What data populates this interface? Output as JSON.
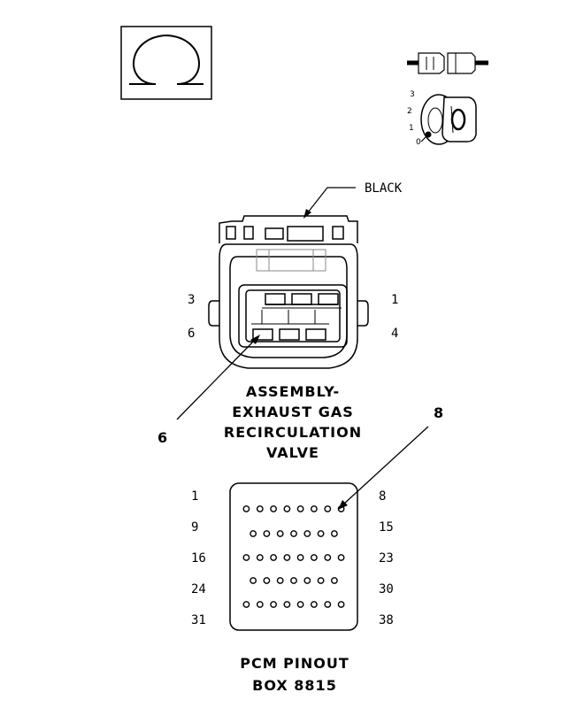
{
  "terminal_symbol": {
    "icon": "omega-terminal-icon"
  },
  "ignition_key": {
    "icon": "ignition-key-icon",
    "positions": [
      "3",
      "2",
      "1",
      "0"
    ]
  },
  "egr_connector": {
    "color_label": "BLACK",
    "pin_labels": {
      "top_left": "3",
      "top_right": "1",
      "bottom_left": "6",
      "bottom_right": "4"
    },
    "callout": "6",
    "title_lines": [
      "ASSEMBLY-",
      "EXHAUST GAS",
      "RECIRCULATION",
      "VALVE"
    ]
  },
  "pcm_pinout": {
    "callout": "8",
    "left_labels": [
      "1",
      "9",
      "16",
      "24",
      "31"
    ],
    "right_labels": [
      "8",
      "15",
      "23",
      "30",
      "38"
    ],
    "row_pin_counts": [
      8,
      7,
      8,
      7,
      8
    ],
    "title_lines": [
      "PCM PINOUT",
      "BOX 8815"
    ]
  }
}
